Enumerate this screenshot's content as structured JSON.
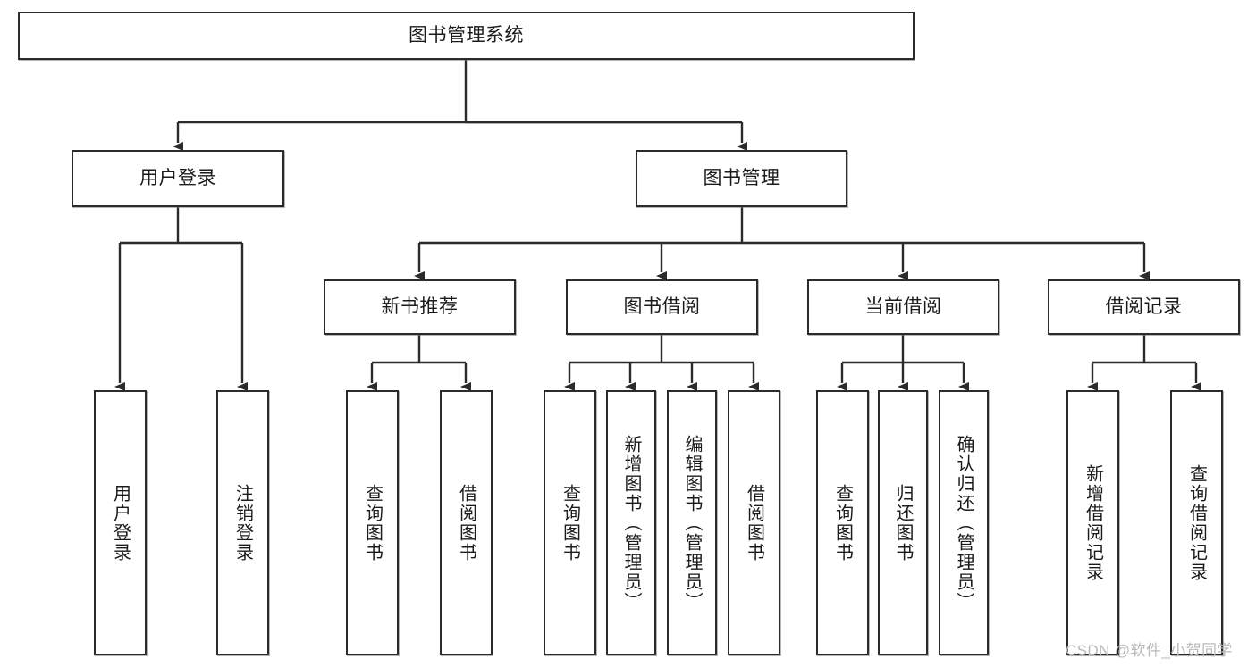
{
  "diagram": {
    "type": "tree-hierarchy-chart",
    "title": "图书管理系统",
    "watermark": "CSDN @软件_小贺同学",
    "colors": {
      "box_border": "#2b2b2b",
      "box_fill": "#ffffff",
      "connector": "#2b2b2b",
      "text": "#1b1b1b",
      "watermark": "#b9b9b9"
    },
    "nodes": [
      {
        "id": "root",
        "label": "图书管理系统",
        "level": 0,
        "orientation": "horizontal"
      },
      {
        "id": "login",
        "label": "用户登录",
        "level": 1,
        "parent": "root",
        "orientation": "horizontal"
      },
      {
        "id": "bookmgmt",
        "label": "图书管理",
        "level": 1,
        "parent": "root",
        "orientation": "horizontal"
      },
      {
        "id": "newbook",
        "label": "新书推荐",
        "level": 2,
        "parent": "bookmgmt",
        "orientation": "horizontal"
      },
      {
        "id": "borrow",
        "label": "图书借阅",
        "level": 2,
        "parent": "bookmgmt",
        "orientation": "horizontal"
      },
      {
        "id": "current",
        "label": "当前借阅",
        "level": 2,
        "parent": "bookmgmt",
        "orientation": "horizontal"
      },
      {
        "id": "records",
        "label": "借阅记录",
        "level": 2,
        "parent": "bookmgmt",
        "orientation": "horizontal"
      },
      {
        "id": "leaf-login-1",
        "label": "用户登录",
        "level": 3,
        "parent": "login",
        "orientation": "vertical"
      },
      {
        "id": "leaf-login-2",
        "label": "注销登录",
        "level": 3,
        "parent": "login",
        "orientation": "vertical"
      },
      {
        "id": "leaf-new-1",
        "label": "查询图书",
        "level": 3,
        "parent": "newbook",
        "orientation": "vertical"
      },
      {
        "id": "leaf-new-2",
        "label": "借阅图书",
        "level": 3,
        "parent": "newbook",
        "orientation": "vertical"
      },
      {
        "id": "leaf-borrow-1",
        "label": "查询图书",
        "level": 3,
        "parent": "borrow",
        "orientation": "vertical"
      },
      {
        "id": "leaf-borrow-2",
        "label": "新增图书（管理员）",
        "level": 3,
        "parent": "borrow",
        "orientation": "vertical"
      },
      {
        "id": "leaf-borrow-3",
        "label": "编辑图书（管理员）",
        "level": 3,
        "parent": "borrow",
        "orientation": "vertical"
      },
      {
        "id": "leaf-borrow-4",
        "label": "借阅图书",
        "level": 3,
        "parent": "borrow",
        "orientation": "vertical"
      },
      {
        "id": "leaf-cur-1",
        "label": "查询图书",
        "level": 3,
        "parent": "current",
        "orientation": "vertical"
      },
      {
        "id": "leaf-cur-2",
        "label": "归还图书",
        "level": 3,
        "parent": "current",
        "orientation": "vertical"
      },
      {
        "id": "leaf-cur-3",
        "label": "确认归还（管理员）",
        "level": 3,
        "parent": "current",
        "orientation": "vertical"
      },
      {
        "id": "leaf-rec-1",
        "label": "新增借阅记录",
        "level": 3,
        "parent": "records",
        "orientation": "vertical"
      },
      {
        "id": "leaf-rec-2",
        "label": "查询借阅记录",
        "level": 3,
        "parent": "records",
        "orientation": "vertical"
      }
    ]
  }
}
